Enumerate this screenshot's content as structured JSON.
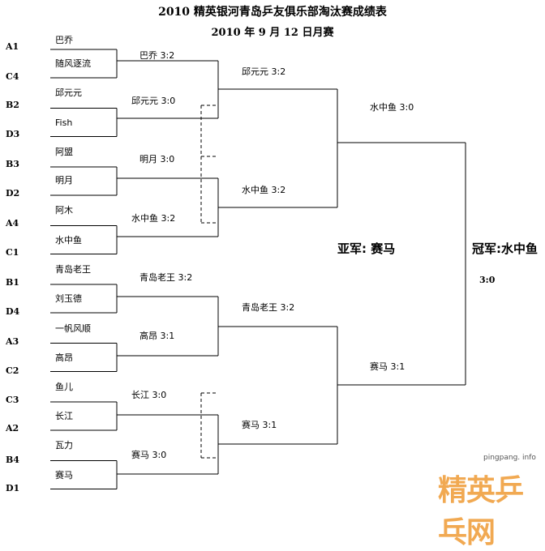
{
  "title": "2010 精英银河青岛乒友俱乐部淘汰赛成绩表",
  "subtitle": "2010 年 9 月 12 日月赛",
  "seeds": [
    "A1",
    "C4",
    "B2",
    "D3",
    "B3",
    "D2",
    "A4",
    "C1",
    "B1",
    "D4",
    "A3",
    "C2",
    "C3",
    "A2",
    "B4",
    "D1"
  ],
  "players": [
    "巴乔",
    "随风逐流",
    "邱元元",
    "Fish",
    "阿盟",
    "明月",
    "阿木",
    "水中鱼",
    "青岛老王",
    "刘玉德",
    "一帆风顺",
    "高昂",
    "鱼儿",
    "长江",
    "瓦力",
    "赛马"
  ],
  "round1": [
    "巴乔 3:2",
    "邱元元 3:0",
    "明月 3:0",
    "水中鱼 3:2",
    "青岛老王 3:2",
    "高昂 3:1",
    "长江 3:0",
    "赛马 3:0"
  ],
  "round2": [
    "邱元元 3:2",
    "水中鱼 3:2",
    "青岛老王 3:2",
    "赛马 3:1"
  ],
  "semis": [
    "水中鱼 3:0",
    "赛马 3:1"
  ],
  "champion": "冠军:水中鱼",
  "runner_up": "亚军:  赛马",
  "final_score": "3:0",
  "watermark": {
    "url": "pingpang. info",
    "brand": "精英乒乓网"
  }
}
